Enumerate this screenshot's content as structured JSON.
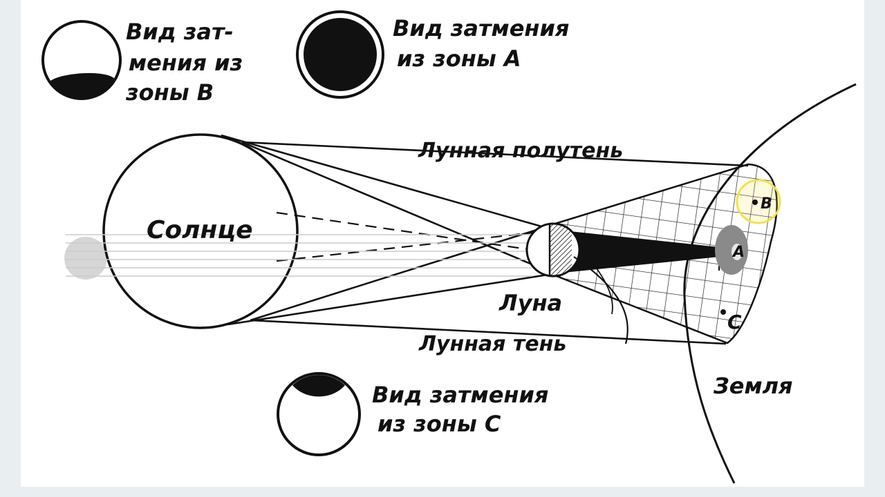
{
  "labels": {
    "sun": "Солнце",
    "moon": "Луна",
    "earth": "Земля",
    "penumbra": "Лунная полутень",
    "umbra": "Лунная тень",
    "point_a": "A",
    "point_b": "B",
    "point_c": "C"
  },
  "views": {
    "zone_b": [
      "Вид зат-",
      "мения из",
      "зоны  B"
    ],
    "zone_a": [
      "Вид затмения",
      "из зоны A"
    ],
    "zone_c": [
      "Вид затмения",
      "из зоны C"
    ]
  },
  "colors": {
    "ink": "#111111",
    "highlight": "#f2e24a",
    "ghost": "#d6d6d6",
    "background": "#ffffff"
  }
}
